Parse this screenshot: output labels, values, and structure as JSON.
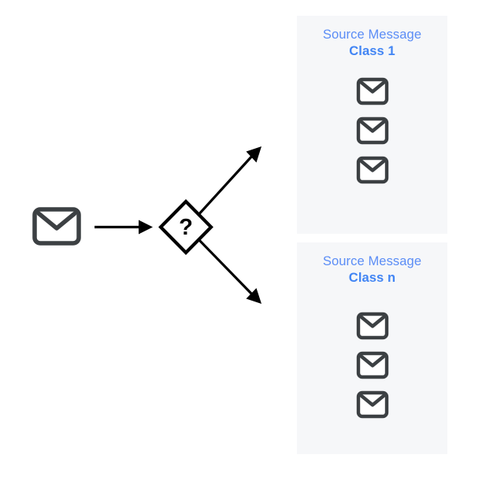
{
  "diagram": {
    "type": "message-classification-flow",
    "background_color": "#ffffff",
    "accent_color": "#4285f4",
    "icon_color": "#3c4043",
    "panel_background": "#f6f7f9",
    "line_color": "#000000"
  },
  "flow": {
    "input": {
      "icon": "envelope-icon",
      "label": ""
    },
    "connector_in": {
      "icon": "arrow-right-icon"
    },
    "decision": {
      "shape": "diamond",
      "label": "?"
    },
    "branches": [
      {
        "icon": "arrow-up-right-icon",
        "target": "class-1"
      },
      {
        "icon": "arrow-down-right-icon",
        "target": "class-n"
      }
    ]
  },
  "panels": [
    {
      "id": "class-1",
      "title": "Source Message",
      "subtitle": "Class 1",
      "message_count": 3,
      "messages": [
        {
          "icon": "envelope-icon"
        },
        {
          "icon": "envelope-icon"
        },
        {
          "icon": "envelope-icon"
        }
      ]
    },
    {
      "id": "class-n",
      "title": "Source Message",
      "subtitle": "Class n",
      "message_count": 3,
      "messages": [
        {
          "icon": "envelope-icon"
        },
        {
          "icon": "envelope-icon"
        },
        {
          "icon": "envelope-icon"
        }
      ]
    }
  ]
}
